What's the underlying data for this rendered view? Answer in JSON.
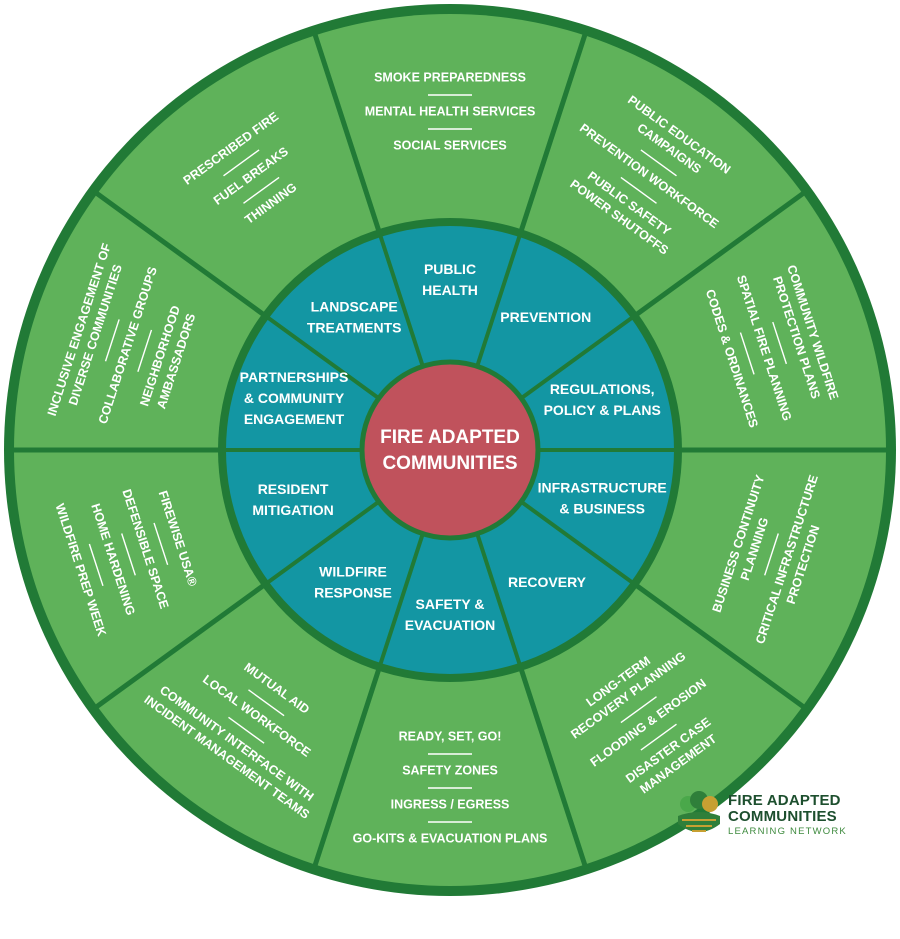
{
  "center": {
    "lines": [
      "FIRE ADAPTED",
      "COMMUNITIES"
    ]
  },
  "colors": {
    "outer_fill": "#5fb25a",
    "outer_border": "#217a36",
    "inner_fill": "#1396a3",
    "center_fill": "#c0525c",
    "line": "#217a36"
  },
  "inner_sectors": [
    {
      "label": [
        "PUBLIC",
        "HEALTH"
      ]
    },
    {
      "label": [
        "PREVENTION"
      ]
    },
    {
      "label": [
        "REGULATIONS,",
        "POLICY & PLANS"
      ]
    },
    {
      "label": [
        "INFRASTRUCTURE",
        "& BUSINESS"
      ]
    },
    {
      "label": [
        "RECOVERY"
      ]
    },
    {
      "label": [
        "SAFETY &",
        "EVACUATION"
      ]
    },
    {
      "label": [
        "WILDFIRE",
        "RESPONSE"
      ]
    },
    {
      "label": [
        "RESIDENT",
        "MITIGATION"
      ]
    },
    {
      "label": [
        "PARTNERSHIPS",
        "& COMMUNITY",
        "ENGAGEMENT"
      ]
    },
    {
      "label": [
        "LANDSCAPE",
        "TREATMENTS"
      ]
    }
  ],
  "outer_sectors": [
    {
      "items": [
        [
          "SMOKE PREPAREDNESS"
        ],
        [
          "MENTAL HEALTH SERVICES"
        ],
        [
          "SOCIAL SERVICES"
        ]
      ]
    },
    {
      "items": [
        [
          "PUBLIC EDUCATION",
          "CAMPAIGNS"
        ],
        [
          "PREVENTION WORKFORCE"
        ],
        [
          "PUBLIC SAFETY",
          "POWER SHUTOFFS"
        ]
      ]
    },
    {
      "items": [
        [
          "COMMUNITY WILDFIRE",
          "PROTECTION PLANS"
        ],
        [
          "SPATIAL FIRE PLANNING"
        ],
        [
          "CODES & ORDINANCES"
        ]
      ]
    },
    {
      "items": [
        [
          "BUSINESS CONTINUITY",
          "PLANNING"
        ],
        [
          "CRITICAL INFRASTRUCTURE",
          "PROTECTION"
        ]
      ]
    },
    {
      "items": [
        [
          "LONG-TERM",
          "RECOVERY PLANNING"
        ],
        [
          "FLOODING & EROSION"
        ],
        [
          "DISASTER CASE",
          "MANAGEMENT"
        ]
      ]
    },
    {
      "items": [
        [
          "READY, SET, GO!"
        ],
        [
          "SAFETY ZONES"
        ],
        [
          "INGRESS / EGRESS"
        ],
        [
          "GO-KITS & EVACUATION PLANS"
        ]
      ]
    },
    {
      "items": [
        [
          "MUTUAL AID"
        ],
        [
          "LOCAL WORKFORCE"
        ],
        [
          "COMMUNITY INTERFACE WITH",
          "INCIDENT MANAGEMENT TEAMS"
        ]
      ]
    },
    {
      "items": [
        [
          "FIREWISE USA®"
        ],
        [
          "DEFENSIBLE SPACE"
        ],
        [
          "HOME HARDENING"
        ],
        [
          "WILDFIRE PREP WEEK"
        ]
      ]
    },
    {
      "items": [
        [
          "INCLUSIVE ENGAGEMENT OF",
          "DIVERSE COMMUNITIES"
        ],
        [
          "COLLABORATIVE GROUPS"
        ],
        [
          "NEIGHBORHOOD",
          "AMBASSADORS"
        ]
      ]
    },
    {
      "items": [
        [
          "PRESCRIBED FIRE"
        ],
        [
          "FUEL BREAKS"
        ],
        [
          "THINNING"
        ]
      ]
    }
  ],
  "logo": {
    "title": [
      "FIRE ADAPTED",
      "COMMUNITIES"
    ],
    "subtitle": "LEARNING NETWORK"
  }
}
